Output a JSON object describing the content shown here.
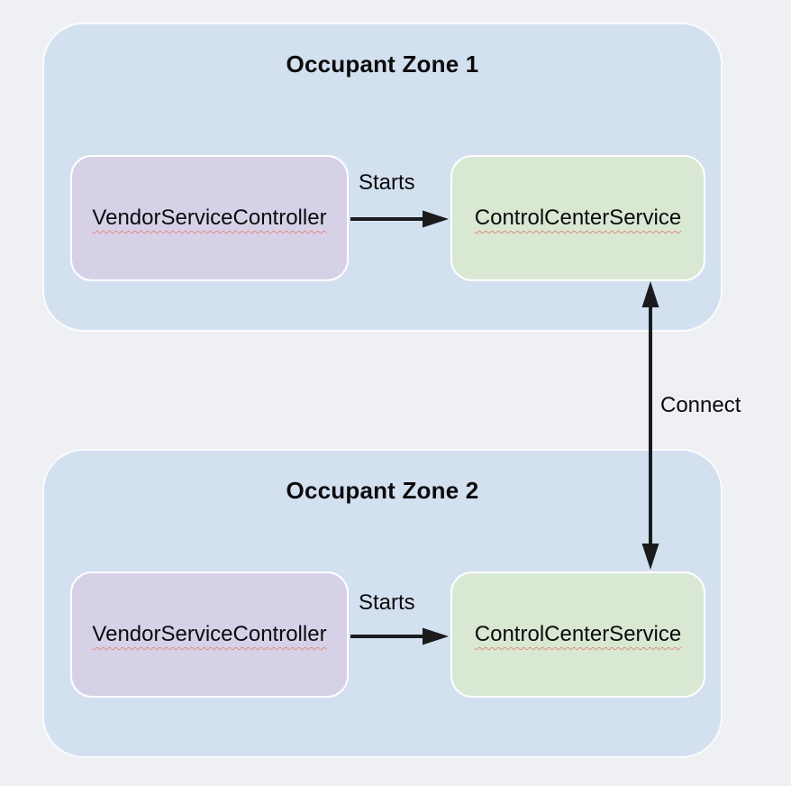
{
  "diagram": {
    "zones": [
      {
        "title": "Occupant Zone 1",
        "controller_label": "VendorServiceController",
        "service_label": "ControlCenterService",
        "starts_label": "Starts"
      },
      {
        "title": "Occupant Zone 2",
        "controller_label": "VendorServiceController",
        "service_label": "ControlCenterService",
        "starts_label": "Starts"
      }
    ],
    "connect_label": "Connect",
    "colors": {
      "background": "#eff0f3",
      "zone_fill": "#d3e0f0",
      "zone_border": "#fafbfd",
      "controller_fill": "#d7d1e8",
      "service_fill": "#d9e8d3",
      "node_border": "#ffffff",
      "arrow": "#1b1b1d",
      "text": "#0b0b0c",
      "spellcheck_underline": "#e08c80"
    }
  }
}
